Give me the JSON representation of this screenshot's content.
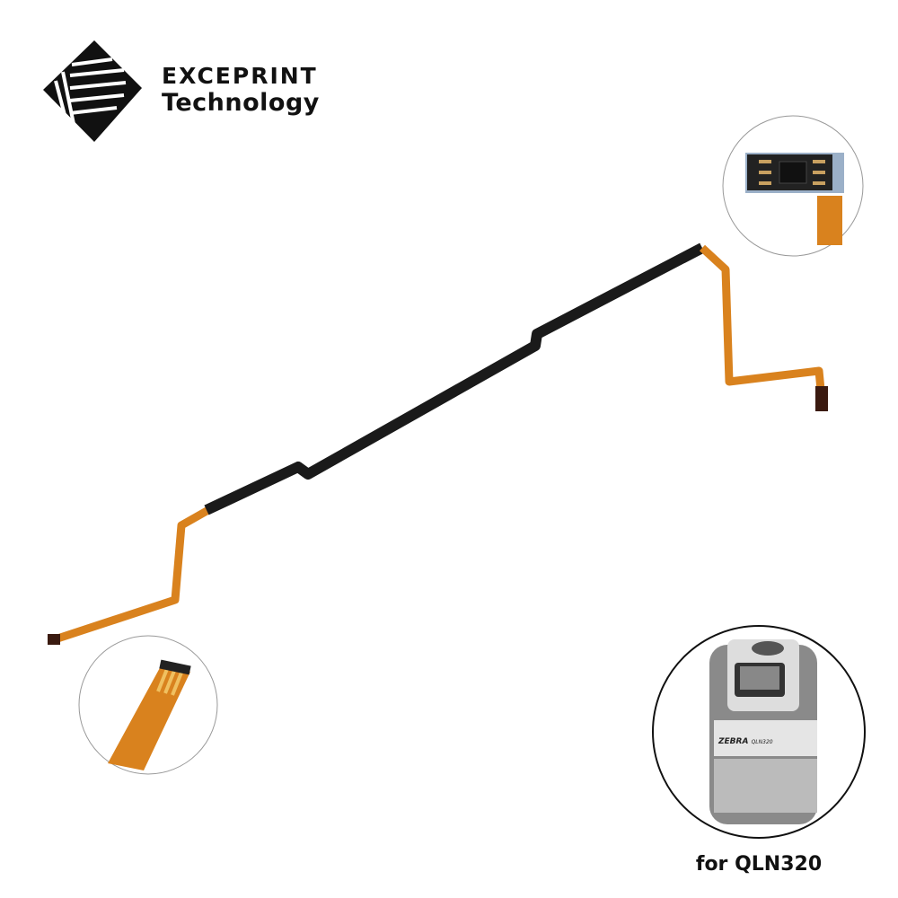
{
  "brand": {
    "line1": "EXCEPRINT",
    "line2": "Technology"
  },
  "printer_label": {
    "brand": "ZEBRA",
    "model": "QLN320"
  },
  "caption": "for QLN320",
  "colors": {
    "flex_orange": "#d9821e",
    "cable_black": "#1a1a1a"
  }
}
